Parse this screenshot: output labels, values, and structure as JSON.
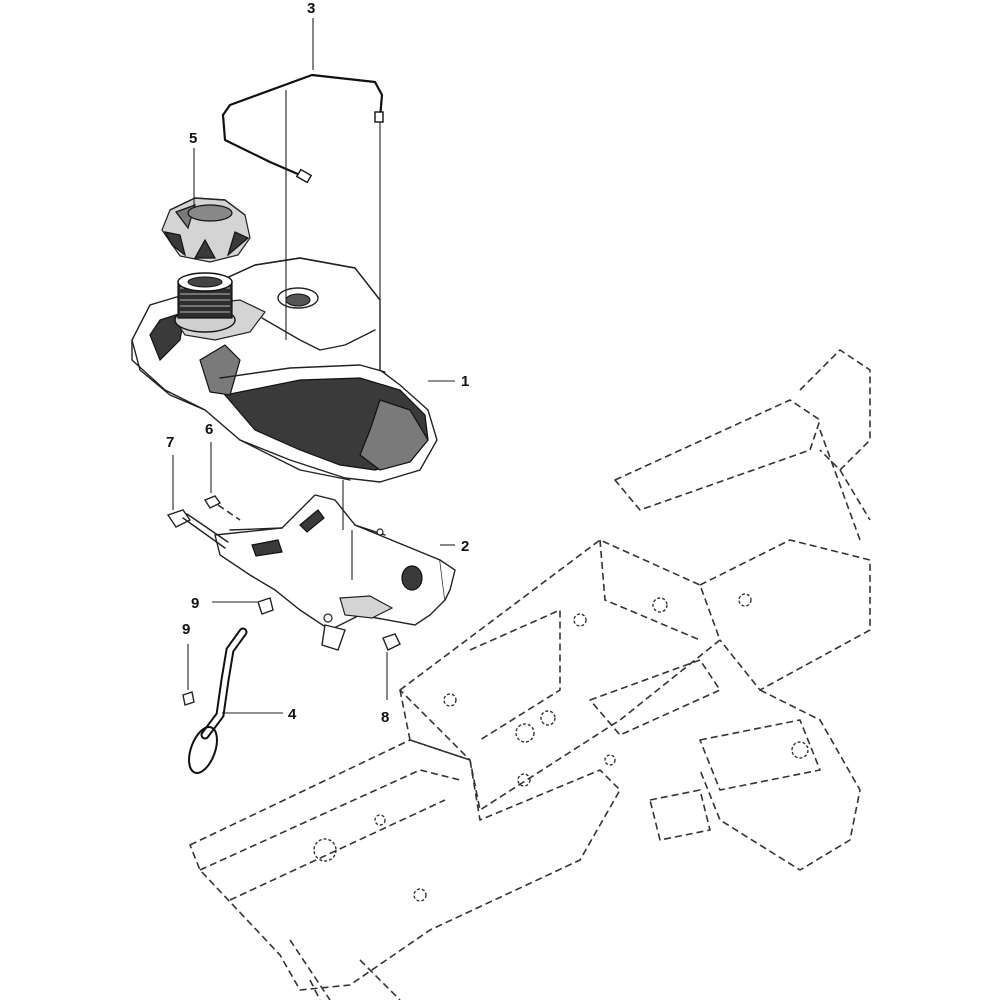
{
  "diagram": {
    "callouts": [
      "1",
      "2",
      "3",
      "4",
      "5",
      "6",
      "7",
      "8",
      "9",
      "9"
    ]
  }
}
